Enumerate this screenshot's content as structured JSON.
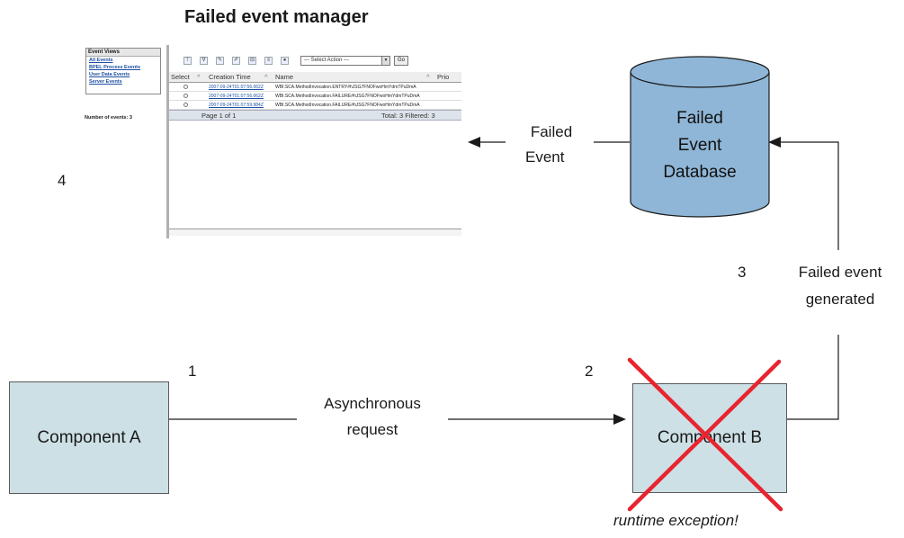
{
  "title": "Failed event manager",
  "step_numbers": [
    "1",
    "2",
    "3",
    "4"
  ],
  "components": {
    "a": "Component A",
    "b": "Component B"
  },
  "request_label": [
    "Asynchronous",
    "request"
  ],
  "database_label": [
    "Failed",
    "Event",
    "Database"
  ],
  "failed_event_label": [
    "Failed",
    "Event"
  ],
  "generated_label": [
    "Failed event",
    "generated"
  ],
  "exception_label": "runtime exception!",
  "colors": {
    "component_fill": "#cde0e6",
    "database_fill": "#8fb6d6",
    "cross": "#e8242f",
    "line": "#1a1a1a"
  },
  "screenshot": {
    "nav_title": "Event Views",
    "nav_links": [
      "All Events",
      "BPEL Process Events",
      "User Data Events",
      "Server Events"
    ],
    "nav_count": "Number of events: 3",
    "select_action": "--- Select Action ---",
    "go": "Go",
    "columns": [
      "Select",
      "Creation Time",
      "Name",
      "Prio"
    ],
    "rows": [
      {
        "time": "2007-09-24T01:07:56.062Z",
        "name": "WBI.SCA.MethodInvocation.ENTRY#hJSG7FNOFwoHmYdmTPuDmA"
      },
      {
        "time": "2007-09-24T01:07:56.062Z",
        "name": "WBI.SCA.MethodInvocation.FAILURE#hJSG7FNOFwoHmYdmTPuDmA"
      },
      {
        "time": "2007-09-24T01:07:59.984Z",
        "name": "WBI.SCA.MethodInvocation.FAILURE#hJSG7FNOFwoHmYdmTPuDmA"
      }
    ],
    "footer_page": "Page 1 of 1",
    "footer_totals": "Total: 3  Filtered: 3"
  }
}
